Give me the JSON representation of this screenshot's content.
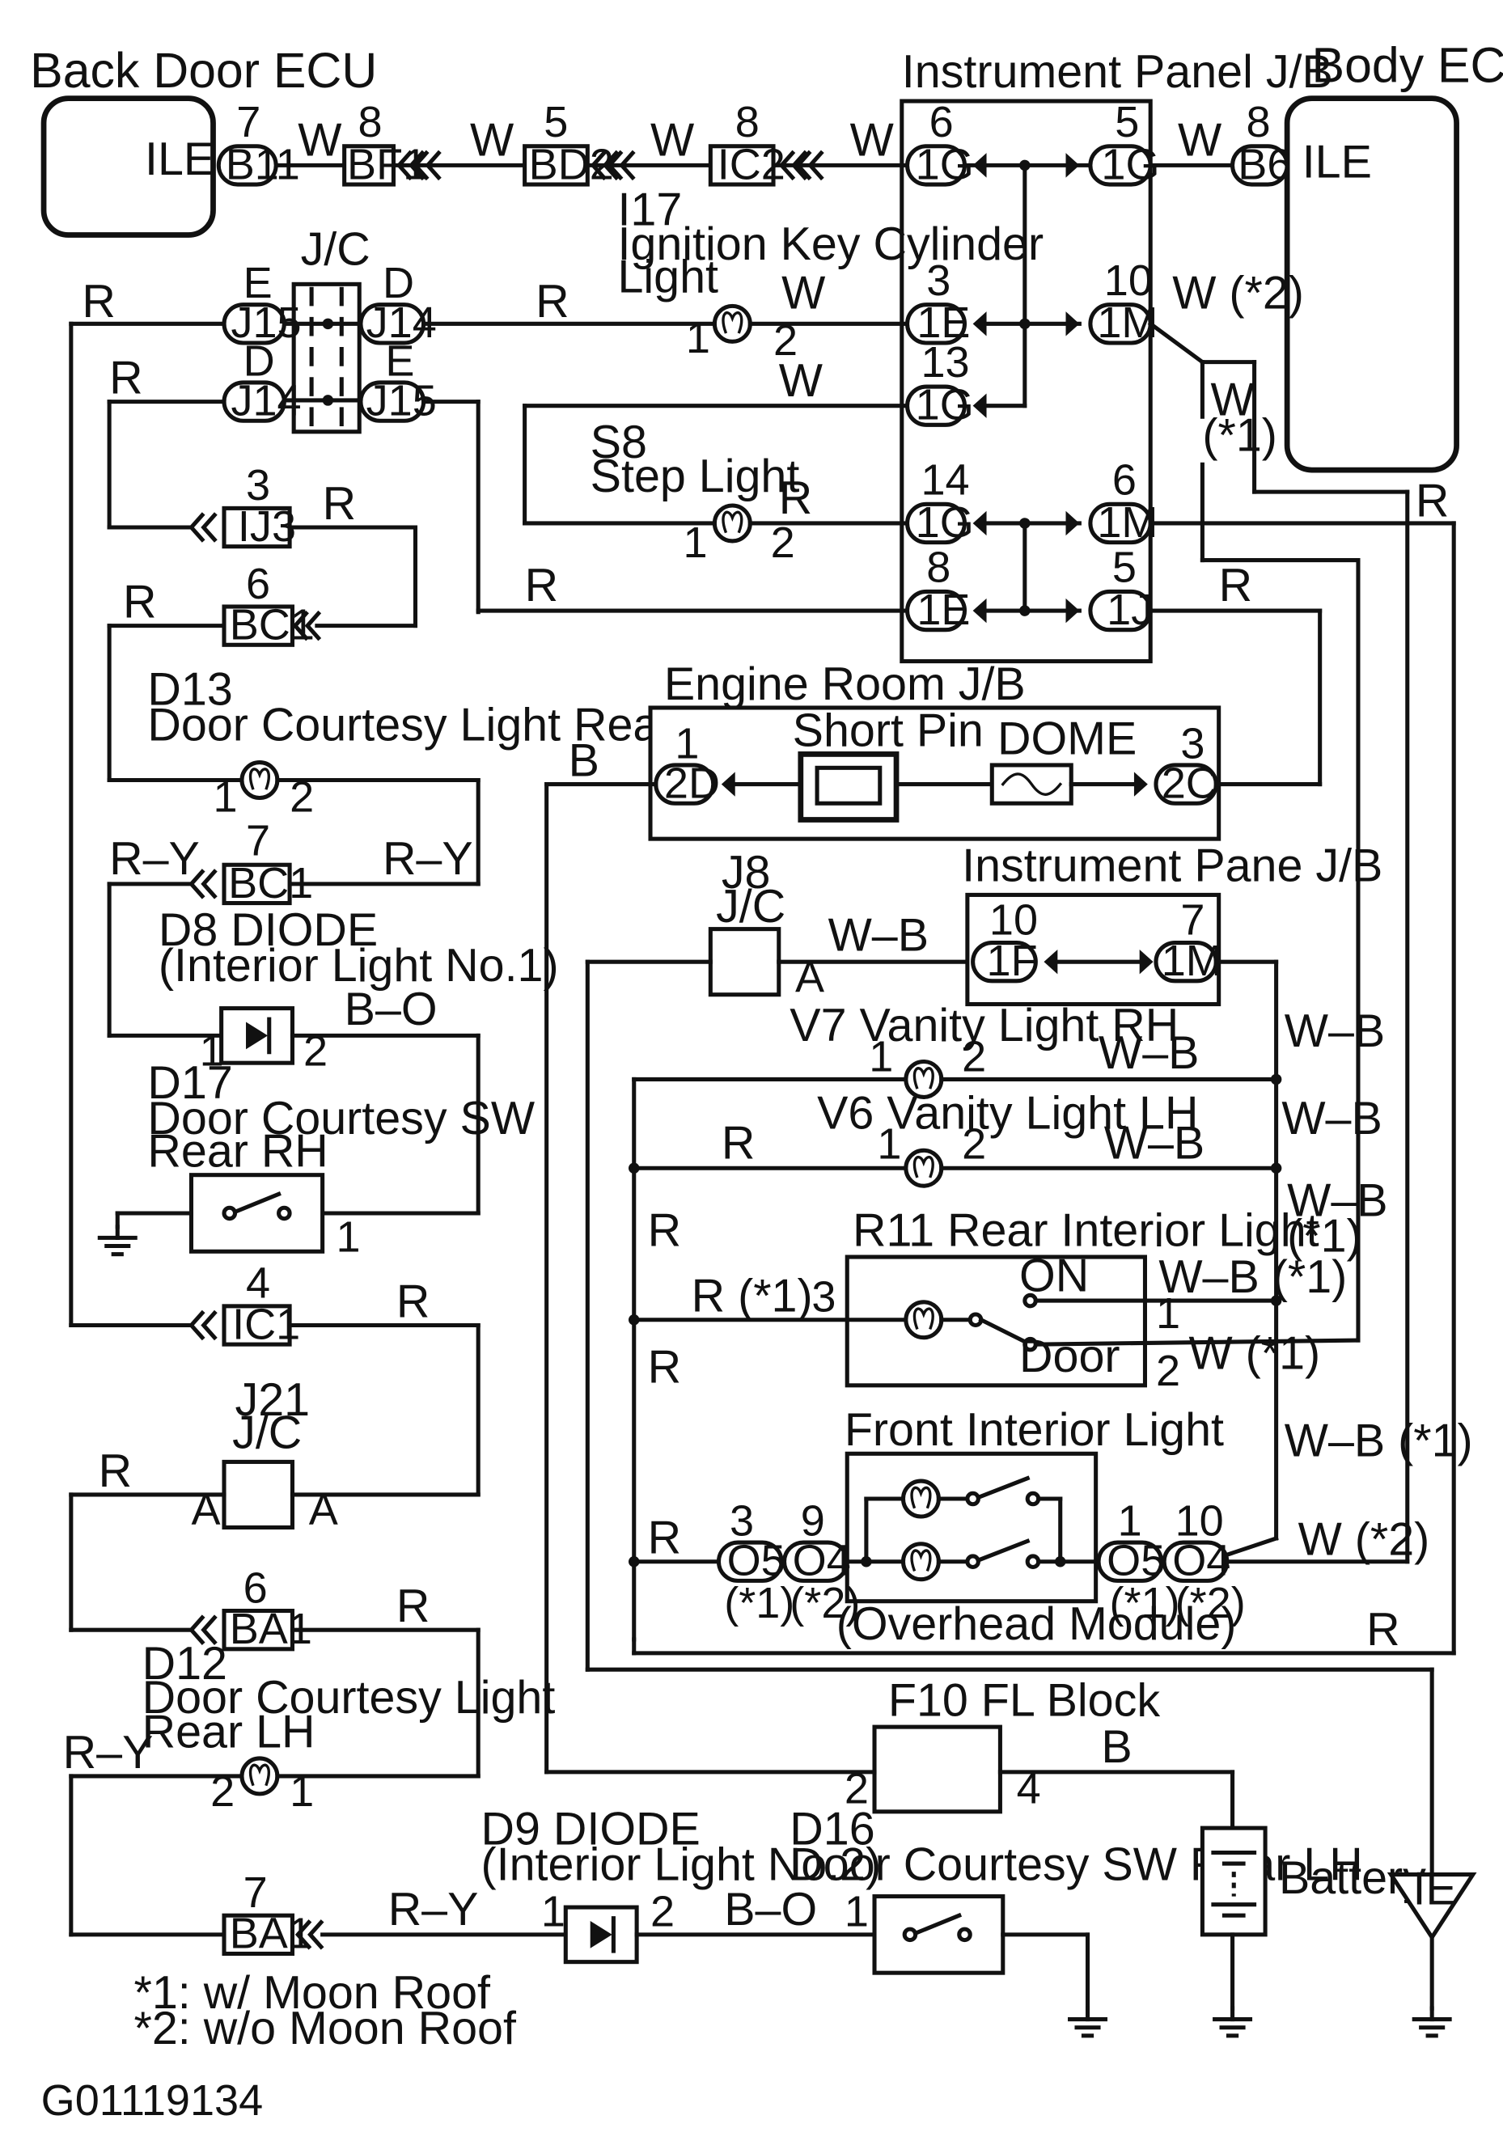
{
  "components": {
    "back_door_ecu": "Back Door ECU",
    "body_ecu": "Body ECU",
    "ile": "ILE",
    "instrument_panel_jb": "Instrument Panel J/B",
    "jc": "J/C",
    "i17_code": "I17",
    "i17_name": "Ignition Key Cylinder",
    "i17_name2": "Light",
    "s8_code": "S8",
    "s8_name": "Step Light",
    "d13_code": "D13",
    "d13_name": "Door Courtesy Light Rear RH",
    "d8_name": "D8 DIODE",
    "d8_sub": "(Interior Light No.1)",
    "d17_code": "D17",
    "d17_name": "Door Courtesy SW",
    "d17_name2": "Rear RH",
    "j21_code": "J21",
    "j21_name": "J/C",
    "d12_code": "D12",
    "d12_name": "Door Courtesy Light",
    "d12_name2": "Rear LH",
    "engine_room_jb": "Engine Room J/B",
    "short_pin": "Short Pin",
    "dome": "DOME",
    "j8_code": "J8",
    "j8_name": "J/C",
    "instrument_pane_jb": "Instrument Pane J/B",
    "v7": "V7 Vanity Light RH",
    "v6": "V6 Vanity Light LH",
    "r11": "R11 Rear Interior Light",
    "on": "ON",
    "door": "Door",
    "front_interior_light": "Front Interior Light",
    "overhead_module": "(Overhead Module)",
    "f10": "F10 FL Block",
    "battery": "Battery",
    "d9_name": "D9 DIODE",
    "d9_sub": "(Interior Light No.2)",
    "d16_name": "Door Courtesy SW Rear LH",
    "ie": "IE"
  },
  "connectors": {
    "b11": "B11",
    "bf1": "BF1",
    "bd2": "BD2",
    "ic2": "IC2",
    "b6": "B6",
    "g1": "1G",
    "e1": "1E",
    "m1": "1M",
    "j1": "1J",
    "f1": "1F",
    "j15": "J15",
    "j14": "J14",
    "ij3": "IJ3",
    "bc1": "BC1",
    "ic1": "IC1",
    "ba1": "BA1",
    "d2": "2D",
    "c2": "2C",
    "o5": "O5",
    "o4": "O4"
  },
  "pins": {
    "p1": "1",
    "p2": "2",
    "p3": "3",
    "p4": "4",
    "p5": "5",
    "p6": "6",
    "p7": "7",
    "p8": "8",
    "p9": "9",
    "p10": "10",
    "p13": "13",
    "p14": "14",
    "pE": "E",
    "pD": "D",
    "pA": "A"
  },
  "wires": {
    "w": "W",
    "r": "R",
    "b": "B",
    "wb": "W–B",
    "ry": "R–Y",
    "bo": "B–O",
    "w2": "W (*2)",
    "w1": "W (*1)",
    "wopen": "W",
    "star1": "(*1)",
    "r1": "R (*1)",
    "wb1": "W–B (*1)",
    "wbopen": "W–B",
    "n1": "(*1)",
    "n2": "(*2)"
  },
  "notes": {
    "n1": "*1: w/ Moon Roof",
    "n2": "*2: w/o Moon Roof",
    "code": "G01119134"
  }
}
